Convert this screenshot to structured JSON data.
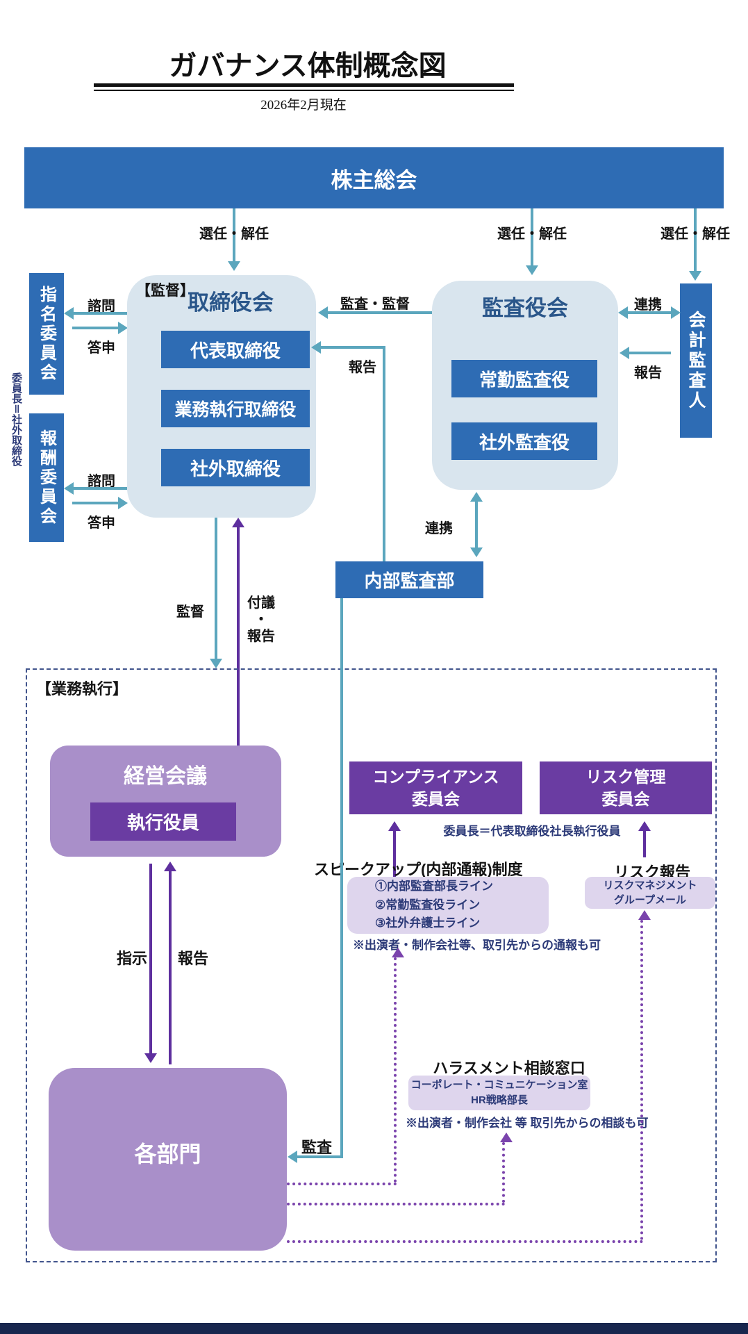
{
  "meta": {
    "title": "ガバナンス体制概念図",
    "date_note": "2026年2月現在"
  },
  "nodes": {
    "shareholders": "株主総会",
    "nomination_committee": "指名委員会",
    "compensation_committee": "報酬委員会",
    "left_chair_note": "委員長＝社外取締役",
    "supervision_tag": "【監督】",
    "board": "取締役会",
    "representative_director": "代表取締役",
    "executive_directors": "業務執行取締役",
    "outside_directors": "社外取締役",
    "audit_board": "監査役会",
    "standing_auditor": "常勤監査役",
    "outside_auditor": "社外監査役",
    "accounting_auditor": "会計監査人",
    "internal_audit": "内部監査部",
    "execution_tag": "【業務執行】",
    "management_council": "経営会議",
    "executive_officers": "執行役員",
    "departments": "各部門",
    "compliance_committee": "コンプライアンス\n委員会",
    "risk_committee": "リスク管理\n委員会",
    "committees_chair_note": "委員長＝代表取締役社長執行役員"
  },
  "edge_labels": {
    "appointment": "選任・解任",
    "advisory": "諮問",
    "reply": "答申",
    "audit_supervision": "監査・監督",
    "cooperation": "連携",
    "report": "報告",
    "supervision": "監督",
    "submission_report": "付議\n・\n報告",
    "instruction": "指示",
    "audit": "監査"
  },
  "programs": {
    "speakup_title": "スピークアップ(内部通報)制度",
    "speakup_lines": "①内部監査部長ライン\n②常勤監査役ライン\n③社外弁護士ライン",
    "speakup_note": "※出演者・制作会社等、取引先からの通報も可",
    "risk_report": "リスク報告",
    "risk_mail": "リスクマネジメント\nグループメール",
    "harassment_title": "ハラスメント相談窓口",
    "harassment_desk": "コーポレート・コミュニケーション室\nHR戦略部長",
    "harassment_note": "※出演者・制作会社 等 取引先からの相談も可"
  },
  "colors": {
    "primary_blue": "#2e6cb4",
    "panel_light_blue": "#d9e5ee",
    "heading_navy": "#2a568a",
    "teal_arrow": "#5ba6bd",
    "purple_arrow": "#5e2f9e",
    "light_purple_panel": "#a98fc9",
    "deep_purple_box": "#6a3ca2",
    "pale_purple_box": "#ded5ed",
    "navy_text": "#2c3a78",
    "dashed_border": "#41548c",
    "dotted_purple": "#7a43ac",
    "footer_bar": "#18264e"
  }
}
